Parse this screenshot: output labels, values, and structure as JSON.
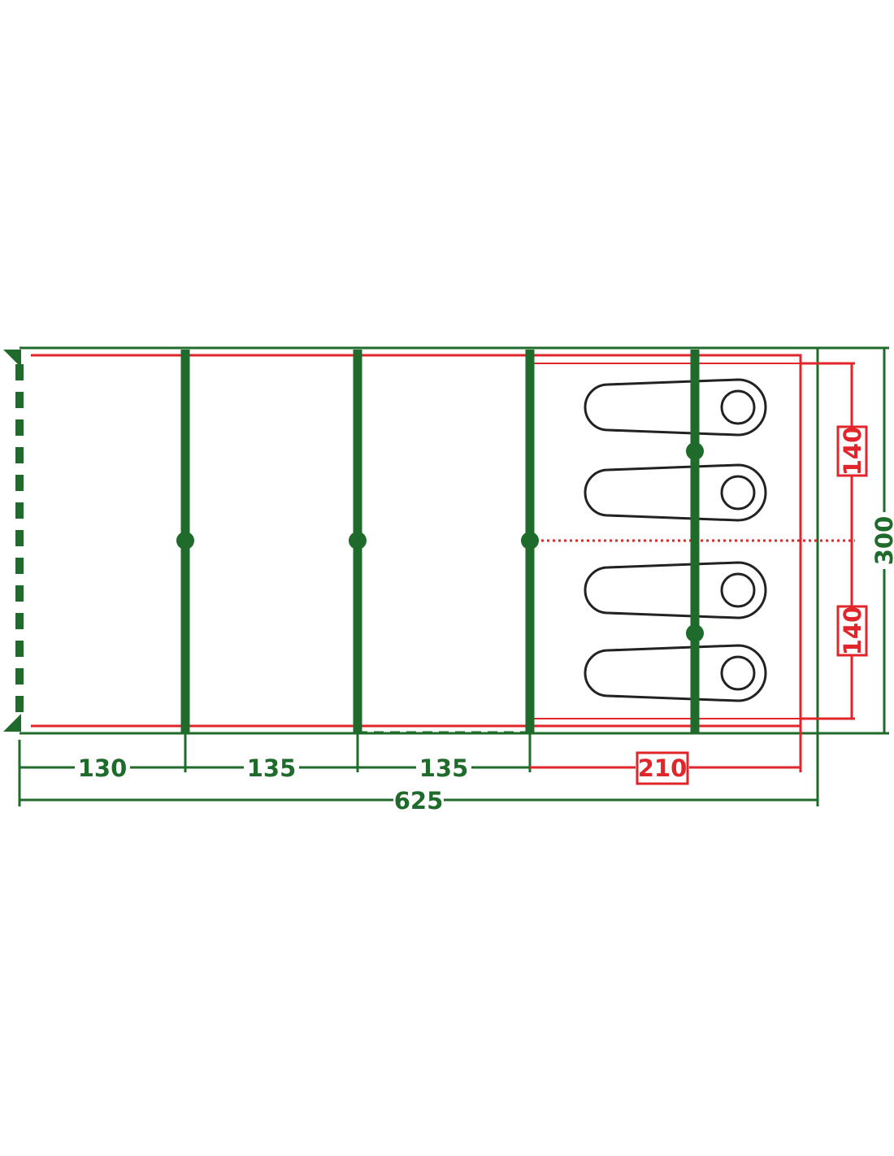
{
  "colors": {
    "green": "#1f6b2b",
    "red": "#e0262b",
    "dark": "#222222",
    "background": "#ffffff"
  },
  "dimensions": {
    "section_1": "130",
    "section_2": "135",
    "section_3": "135",
    "bedroom_length": "210",
    "total_length": "625",
    "total_width": "300",
    "berth_upper": "140",
    "berth_lower": "140"
  },
  "sleeping_bags": 4
}
